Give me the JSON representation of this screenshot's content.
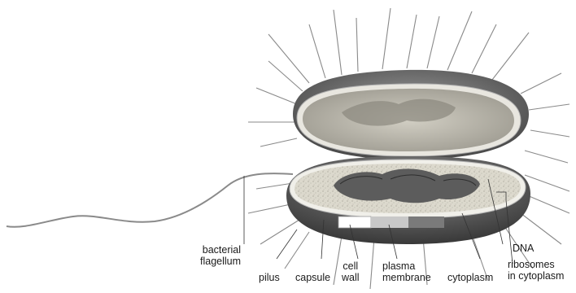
{
  "labels": {
    "bacterial_flagellum": {
      "line1": "bacterial",
      "line2": "flagellum"
    },
    "pilus": "pilus",
    "capsule": "capsule",
    "cell_wall": {
      "line1": "cell",
      "line2": "wall"
    },
    "plasma_membrane": {
      "line1": "plasma",
      "line2": "membrane"
    },
    "cytoplasm": "cytoplasm",
    "dna": "DNA",
    "ribosomes": {
      "line1": "ribosomes",
      "line2": "in cytoplasm"
    }
  },
  "colors": {
    "capsule_shell": "#6e6e6e",
    "shell_highlight": "#a8a8a8",
    "cytoplasm_fill": "#d9d6c9",
    "nucleoid": "#5c5c5c",
    "pili": "#8a8a8a",
    "leader_line": "#333333"
  }
}
